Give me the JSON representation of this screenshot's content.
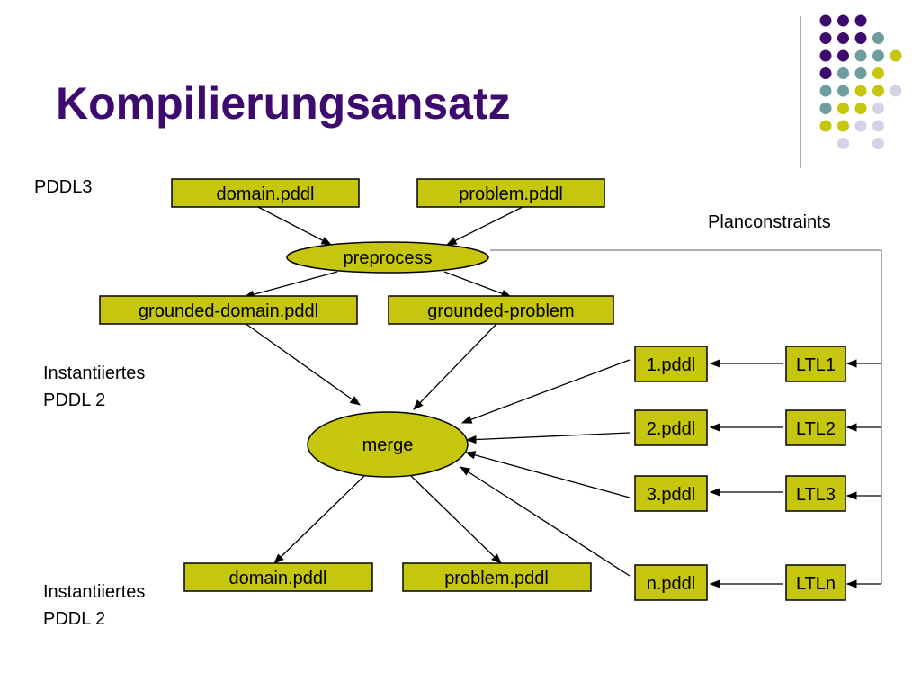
{
  "slide": {
    "title": "Kompilierungsansatz",
    "labels": {
      "pddl3": "PDDL3",
      "instantiated_top": "Instantiiertes\nPDDL 2",
      "instantiated_bottom": "Instantiiertes\nPDDL 2",
      "planconstraints": "Planconstraints"
    }
  },
  "colors": {
    "title": "#3d0a6e",
    "node_fill": "#c6c60e",
    "dot_purple": "#3d0a6e",
    "dot_teal": "#6f9c9c",
    "dot_yellow": "#c6c60e",
    "dot_lavender": "#d4d2e6"
  },
  "nodes": {
    "domain_in": "domain.pddl",
    "problem_in": "problem.pddl",
    "preprocess": "preprocess",
    "grounded_domain": "grounded-domain.pddl",
    "grounded_problem": "grounded-problem",
    "merge": "merge",
    "domain_out": "domain.pddl",
    "problem_out": "problem.pddl",
    "p1": "1.pddl",
    "p2": "2.pddl",
    "p3": "3.pddl",
    "pn": "n.pddl",
    "ltl1": "LTL1",
    "ltl2": "LTL2",
    "ltl3": "LTL3",
    "ltln": "LTLn"
  },
  "decoration": {
    "dot_grid": [
      [
        "purple",
        "purple",
        "purple",
        "none",
        "none"
      ],
      [
        "purple",
        "purple",
        "purple",
        "teal",
        "none"
      ],
      [
        "purple",
        "purple",
        "teal",
        "teal",
        "yellow"
      ],
      [
        "purple",
        "teal",
        "teal",
        "yellow",
        "none"
      ],
      [
        "teal",
        "teal",
        "yellow",
        "yellow",
        "lavender"
      ],
      [
        "teal",
        "yellow",
        "yellow",
        "lavender",
        "none"
      ],
      [
        "yellow",
        "yellow",
        "lavender",
        "lavender",
        "none"
      ],
      [
        "none",
        "lavender",
        "none",
        "lavender",
        "none"
      ]
    ]
  }
}
